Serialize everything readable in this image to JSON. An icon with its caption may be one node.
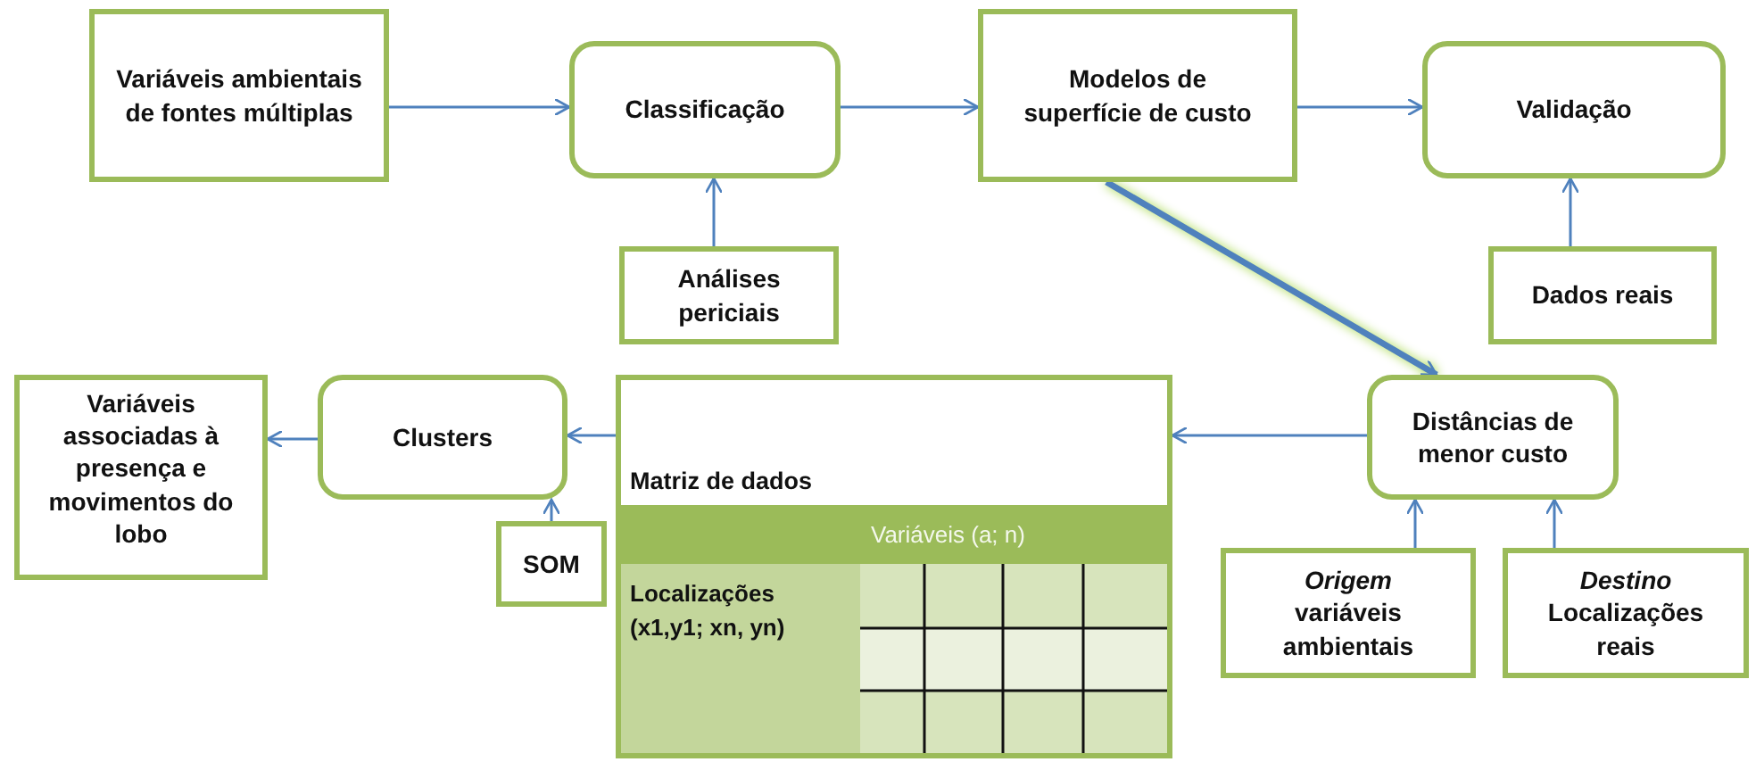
{
  "diagram": {
    "nodes": [
      {
        "text": [
          "Variáveis ambientais de fontes múltiplas"
        ]
      },
      {
        "text": [
          "Classificação"
        ]
      },
      {
        "text": [
          "Modelos de superfície de custo"
        ]
      },
      {
        "text": [
          "Validação"
        ]
      },
      {
        "text": [
          "Análises periciais"
        ]
      },
      {
        "text": [
          "Dados reais"
        ]
      },
      {
        "text": [
          "Variáveis associadas à presença e movimentos do lobo"
        ]
      },
      {
        "text": [
          "Clusters"
        ]
      },
      {
        "text": [
          "SOM"
        ]
      },
      {
        "text": [
          "Matriz de dados"
        ]
      },
      {
        "text": [
          "Distâncias de menor custo"
        ]
      },
      {
        "text": [
          "*Origem* variáveis ambientais"
        ]
      },
      {
        "text": [
          "*Destino* Localizações reais"
        ]
      }
    ],
    "edges": [
      {
        "from": 0,
        "to": 1,
        "arrow": "to"
      },
      {
        "from": 1,
        "to": 2,
        "arrow": "to"
      },
      {
        "from": 2,
        "to": 3,
        "arrow": "to"
      },
      {
        "from": 4,
        "to": 1,
        "arrow": "to"
      },
      {
        "from": 2,
        "to": 10,
        "arrow": "to",
        "style": "thick"
      },
      {
        "from": 5,
        "to": 3,
        "arrow": "to"
      },
      {
        "from": 10,
        "to": 9,
        "arrow": "to"
      },
      {
        "from": 9,
        "to": 7,
        "arrow": "to"
      },
      {
        "from": 8,
        "to": 7,
        "arrow": "to"
      },
      {
        "from": 7,
        "to": 6,
        "arrow": "to"
      },
      {
        "from": 11,
        "to": 10,
        "arrow": "to"
      },
      {
        "from": 12,
        "to": 10,
        "arrow": "to"
      }
    ],
    "labels": [
      "Variáveis (a; n)",
      "Localizações (x1,y1; xn, yn)"
    ]
  }
}
